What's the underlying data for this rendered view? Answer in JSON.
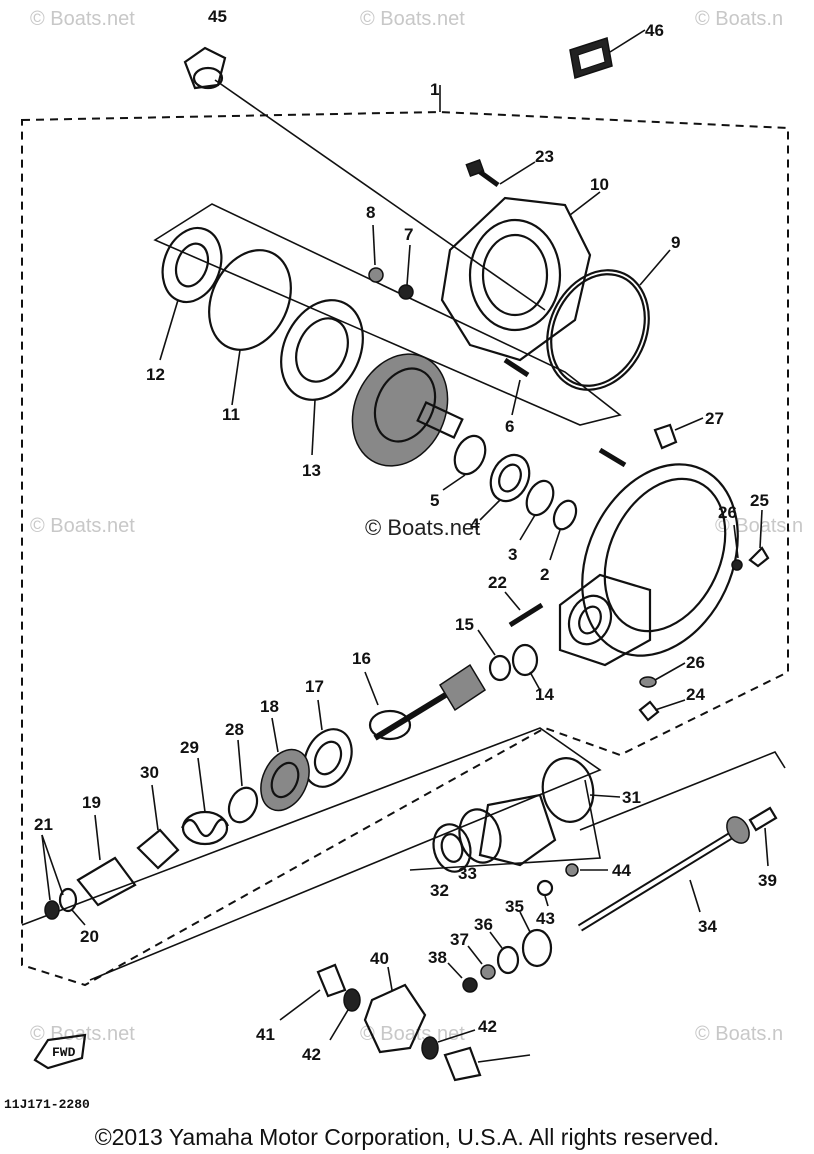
{
  "diagram": {
    "watermarks": [
      "© Boats.net",
      "© Boats.net",
      "© Boats.n",
      "© Boats.net",
      "© Boats.n",
      "© Boats.net",
      "© Boats.net",
      "© Boats.n"
    ],
    "center_watermark": "© Boats.net",
    "diagram_code": "11J171-2280",
    "fwd_label": "FWD",
    "callouts": [
      "1",
      "2",
      "3",
      "4",
      "5",
      "6",
      "7",
      "8",
      "9",
      "10",
      "11",
      "12",
      "13",
      "14",
      "15",
      "16",
      "17",
      "18",
      "19",
      "20",
      "21",
      "22",
      "23",
      "24",
      "25",
      "26",
      "26",
      "27",
      "28",
      "29",
      "30",
      "31",
      "32",
      "33",
      "34",
      "35",
      "36",
      "37",
      "38",
      "39",
      "40",
      "41",
      "42",
      "42",
      "43",
      "44",
      "45",
      "46"
    ]
  },
  "copyright": "©2013 Yamaha Motor Corporation, U.S.A. All rights reserved."
}
